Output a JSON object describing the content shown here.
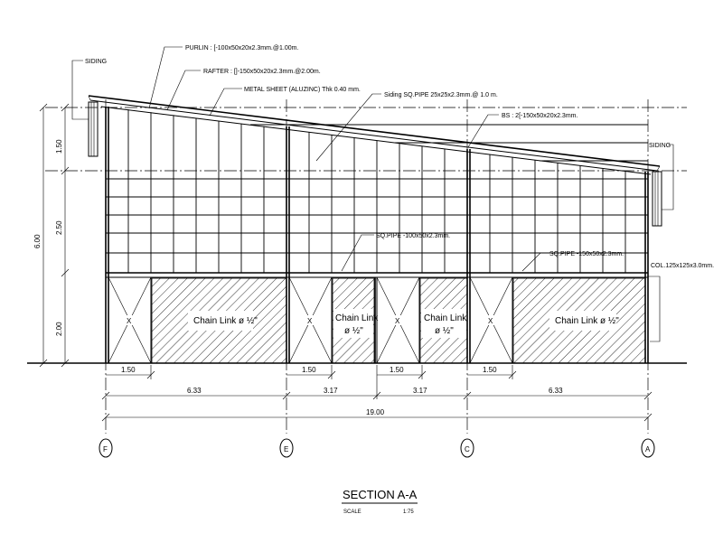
{
  "labels": {
    "purlin": "PURLIN : [-100x50x20x2.3mm.@1.00m.",
    "rafter": "RAFTER : []-150x50x20x2.3mm.@2.00m.",
    "metal_sheet": "METAL SHEET (ALUZINC) Thk 0.40 mm.",
    "siding_pipe": "Siding SQ.PIPE 25x25x2.3mm.@ 1.0 m.",
    "bs": "BS : 2[-150x50x20x2.3mm.",
    "siding_left": "SIDING",
    "siding_right": "SIDING",
    "sqpipe_mid": "SQ.PIPE -100x50x2.3mm.",
    "sqpipe_right": "SQ.PIPE -150x50x2.3mm.",
    "col": "COL.125x125x3.0mm.",
    "chain_link_1": "Chain Link ø ½\"",
    "chain_link_2a": "Chain Link",
    "chain_link_2b": "ø ½\"",
    "chain_link_3a": "Chain Link",
    "chain_link_3b": "ø ½\"",
    "chain_link_4": "Chain Link ø ½\"",
    "x_mark": "X"
  },
  "dimensions": {
    "vertical_total": "6.00",
    "vertical_top": "1.50",
    "vertical_mid": "2.50",
    "vertical_bottom": "2.00",
    "door_widths": [
      "1.50",
      "1.50",
      "1.50",
      "1.50"
    ],
    "bays": [
      "6.33",
      "3.17",
      "3.17",
      "6.33"
    ],
    "overall": "19.00"
  },
  "gridlines": [
    "F",
    "E",
    "C",
    "A"
  ],
  "title": {
    "main": "SECTION A-A",
    "scale_label": "SCALE",
    "scale_value": "1:75"
  }
}
